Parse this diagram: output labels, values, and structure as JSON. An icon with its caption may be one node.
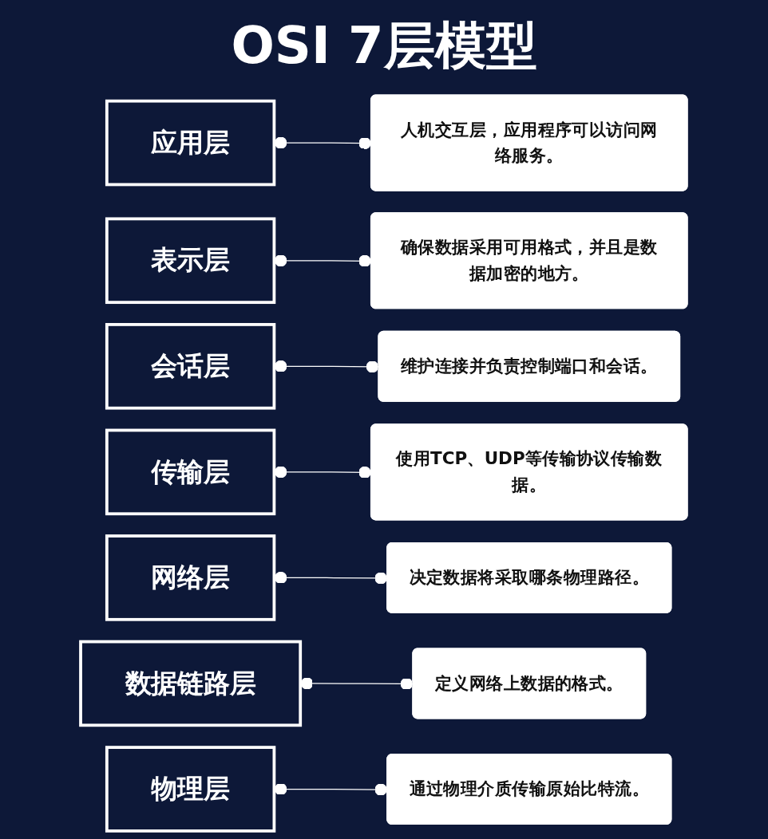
{
  "diagram": {
    "title": "OSI 7层模型",
    "nodes": [
      {
        "text": [
          "应用层"
        ]
      },
      {
        "text": [
          "人机交互层，应用程序可以访问网络服务。"
        ]
      },
      {
        "text": [
          "表示层"
        ]
      },
      {
        "text": [
          "确保数据采用可用格式，并且是数据加密的地方。"
        ]
      },
      {
        "text": [
          "会话层"
        ]
      },
      {
        "text": [
          "维护连接并负责控制端口和会话。"
        ]
      },
      {
        "text": [
          "传输层"
        ]
      },
      {
        "text": [
          "使用TCP、UDP等传输协议传输数据。"
        ]
      },
      {
        "text": [
          "网络层"
        ]
      },
      {
        "text": [
          "决定数据将采取哪条物理路径。"
        ]
      },
      {
        "text": [
          "数据链路层"
        ]
      },
      {
        "text": [
          "定义网络上数据的格式。"
        ]
      },
      {
        "text": [
          "物理层"
        ]
      },
      {
        "text": [
          "通过物理介质传输原始比特流。"
        ]
      }
    ],
    "edges": [
      {
        "from": 0,
        "to": 1,
        "arrow": "other"
      },
      {
        "from": 2,
        "to": 3,
        "arrow": "other"
      },
      {
        "from": 4,
        "to": 5,
        "arrow": "other"
      },
      {
        "from": 6,
        "to": 7,
        "arrow": "other"
      },
      {
        "from": 8,
        "to": 9,
        "arrow": "other"
      },
      {
        "from": 10,
        "to": 11,
        "arrow": "other"
      },
      {
        "from": 12,
        "to": 13,
        "arrow": "other"
      }
    ]
  }
}
